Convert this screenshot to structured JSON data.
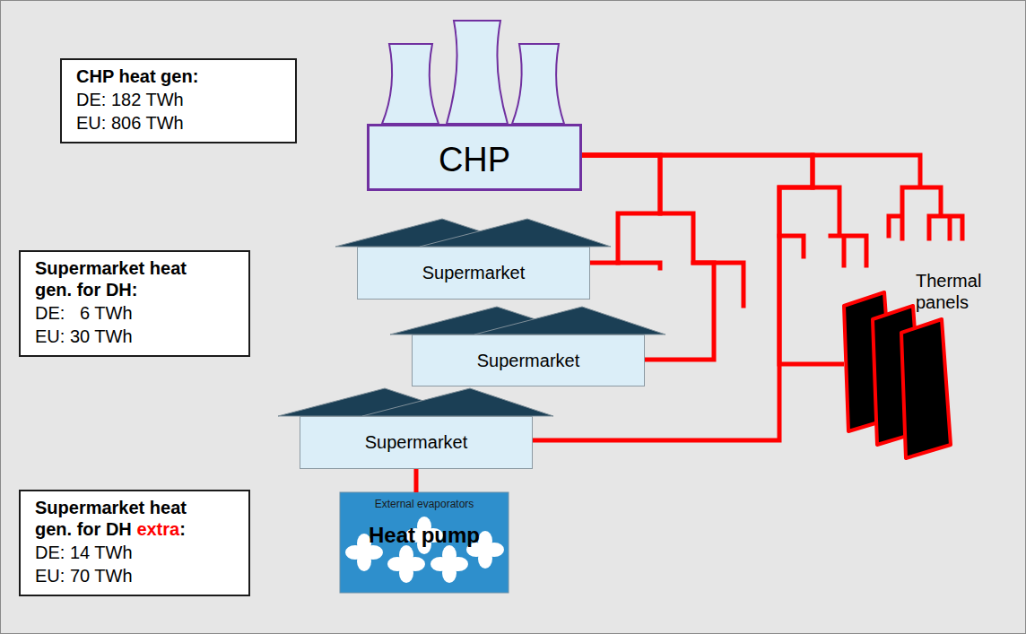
{
  "diagram": {
    "nodes": [
      {
        "text": [
          "CHP heat gen:",
          "DE: 182 TWh",
          "EU: 806 TWh"
        ]
      },
      {
        "text": [
          "CHP"
        ]
      },
      {
        "text": [
          "Supermarket heat gen. for DH:",
          "DE:   6 TWh",
          "EU: 30 TWh"
        ]
      },
      {
        "text": [
          "Supermarket"
        ]
      },
      {
        "text": [
          "Thermal panels"
        ]
      },
      {
        "text": [
          "Supermarket"
        ]
      },
      {
        "text": [
          "Supermarket"
        ]
      },
      {
        "text": [
          "Supermarket heat gen. for DH",
          "extra",
          ":",
          "DE: 14 TWh",
          "EU: 70 TWh"
        ]
      },
      {
        "text": [
          "External evaporators",
          "Heat pump"
        ]
      }
    ],
    "edges": [
      {
        "from": 1,
        "to": 3,
        "arrow": "none"
      },
      {
        "from": 1,
        "to": 5,
        "arrow": "none"
      },
      {
        "from": 1,
        "to": 6,
        "arrow": "none"
      },
      {
        "from": 1,
        "to": 4,
        "arrow": "none"
      },
      {
        "from": 6,
        "to": 8,
        "arrow": "none"
      }
    ]
  }
}
